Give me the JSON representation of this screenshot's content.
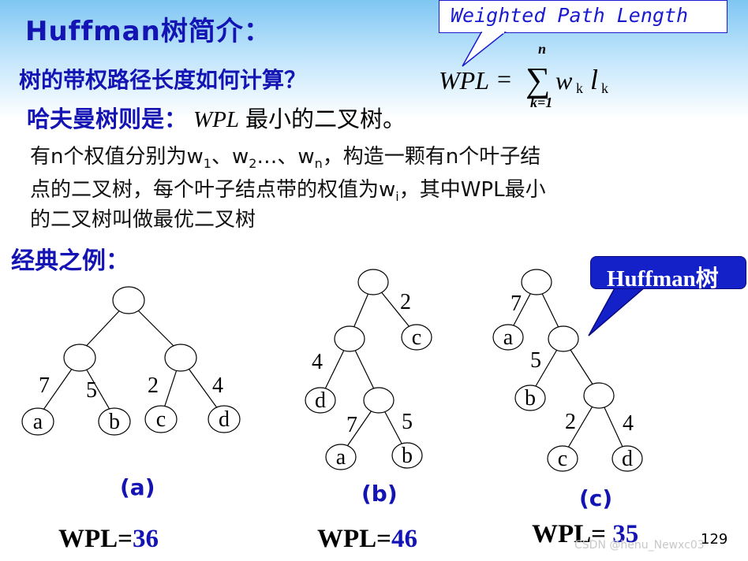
{
  "title": "Huffman树简介：",
  "callout_text": "Weighted Path Length",
  "question": "树的带权路径长度如何计算？",
  "formula": {
    "lhs": "WPL",
    "eq": "=",
    "sum": "∑",
    "upper": "n",
    "lower": "k=1",
    "w": "w",
    "l": "l",
    "sub": "k"
  },
  "huffman_def": {
    "prefix": "哈夫曼树则是：",
    "wpl": "WPL",
    "suffix": "最小的二叉树。"
  },
  "paragraph": {
    "l1_a": "有n个权值分别为w",
    "l1_s1": "1",
    "l1_b": "、w",
    "l1_s2": "2",
    "l1_c": "…、w",
    "l1_s3": "n",
    "l1_d": "，构造一颗有n个叶子结",
    "l2_a": "点的二叉树，每个叶子结点带的权值为w",
    "l2_s": "i",
    "l2_b": "，其中WPL最小",
    "l3": "的二叉树叫做最优二叉树"
  },
  "examples_label": "经典之例：",
  "huffman_tag": "Huffman树",
  "trees": {
    "a": {
      "caption": "(a)",
      "wpl_label": "WPL=",
      "wpl_value": "36",
      "weights": [
        "7",
        "5",
        "2",
        "4"
      ],
      "leaves": [
        "a",
        "b",
        "c",
        "d"
      ]
    },
    "b": {
      "caption": "(b)",
      "wpl_label": "WPL=",
      "wpl_value": "46",
      "weights": [
        "2",
        "4",
        "7",
        "5"
      ],
      "leaves": [
        "c",
        "d",
        "a",
        "b"
      ]
    },
    "c": {
      "caption": "(c)",
      "wpl_label": "WPL= ",
      "wpl_value": "35",
      "weights": [
        "7",
        "5",
        "2",
        "4"
      ],
      "leaves": [
        "a",
        "b",
        "c",
        "d"
      ]
    }
  },
  "watermark": "CSDN @henu_Newxc03",
  "page_number": "129"
}
